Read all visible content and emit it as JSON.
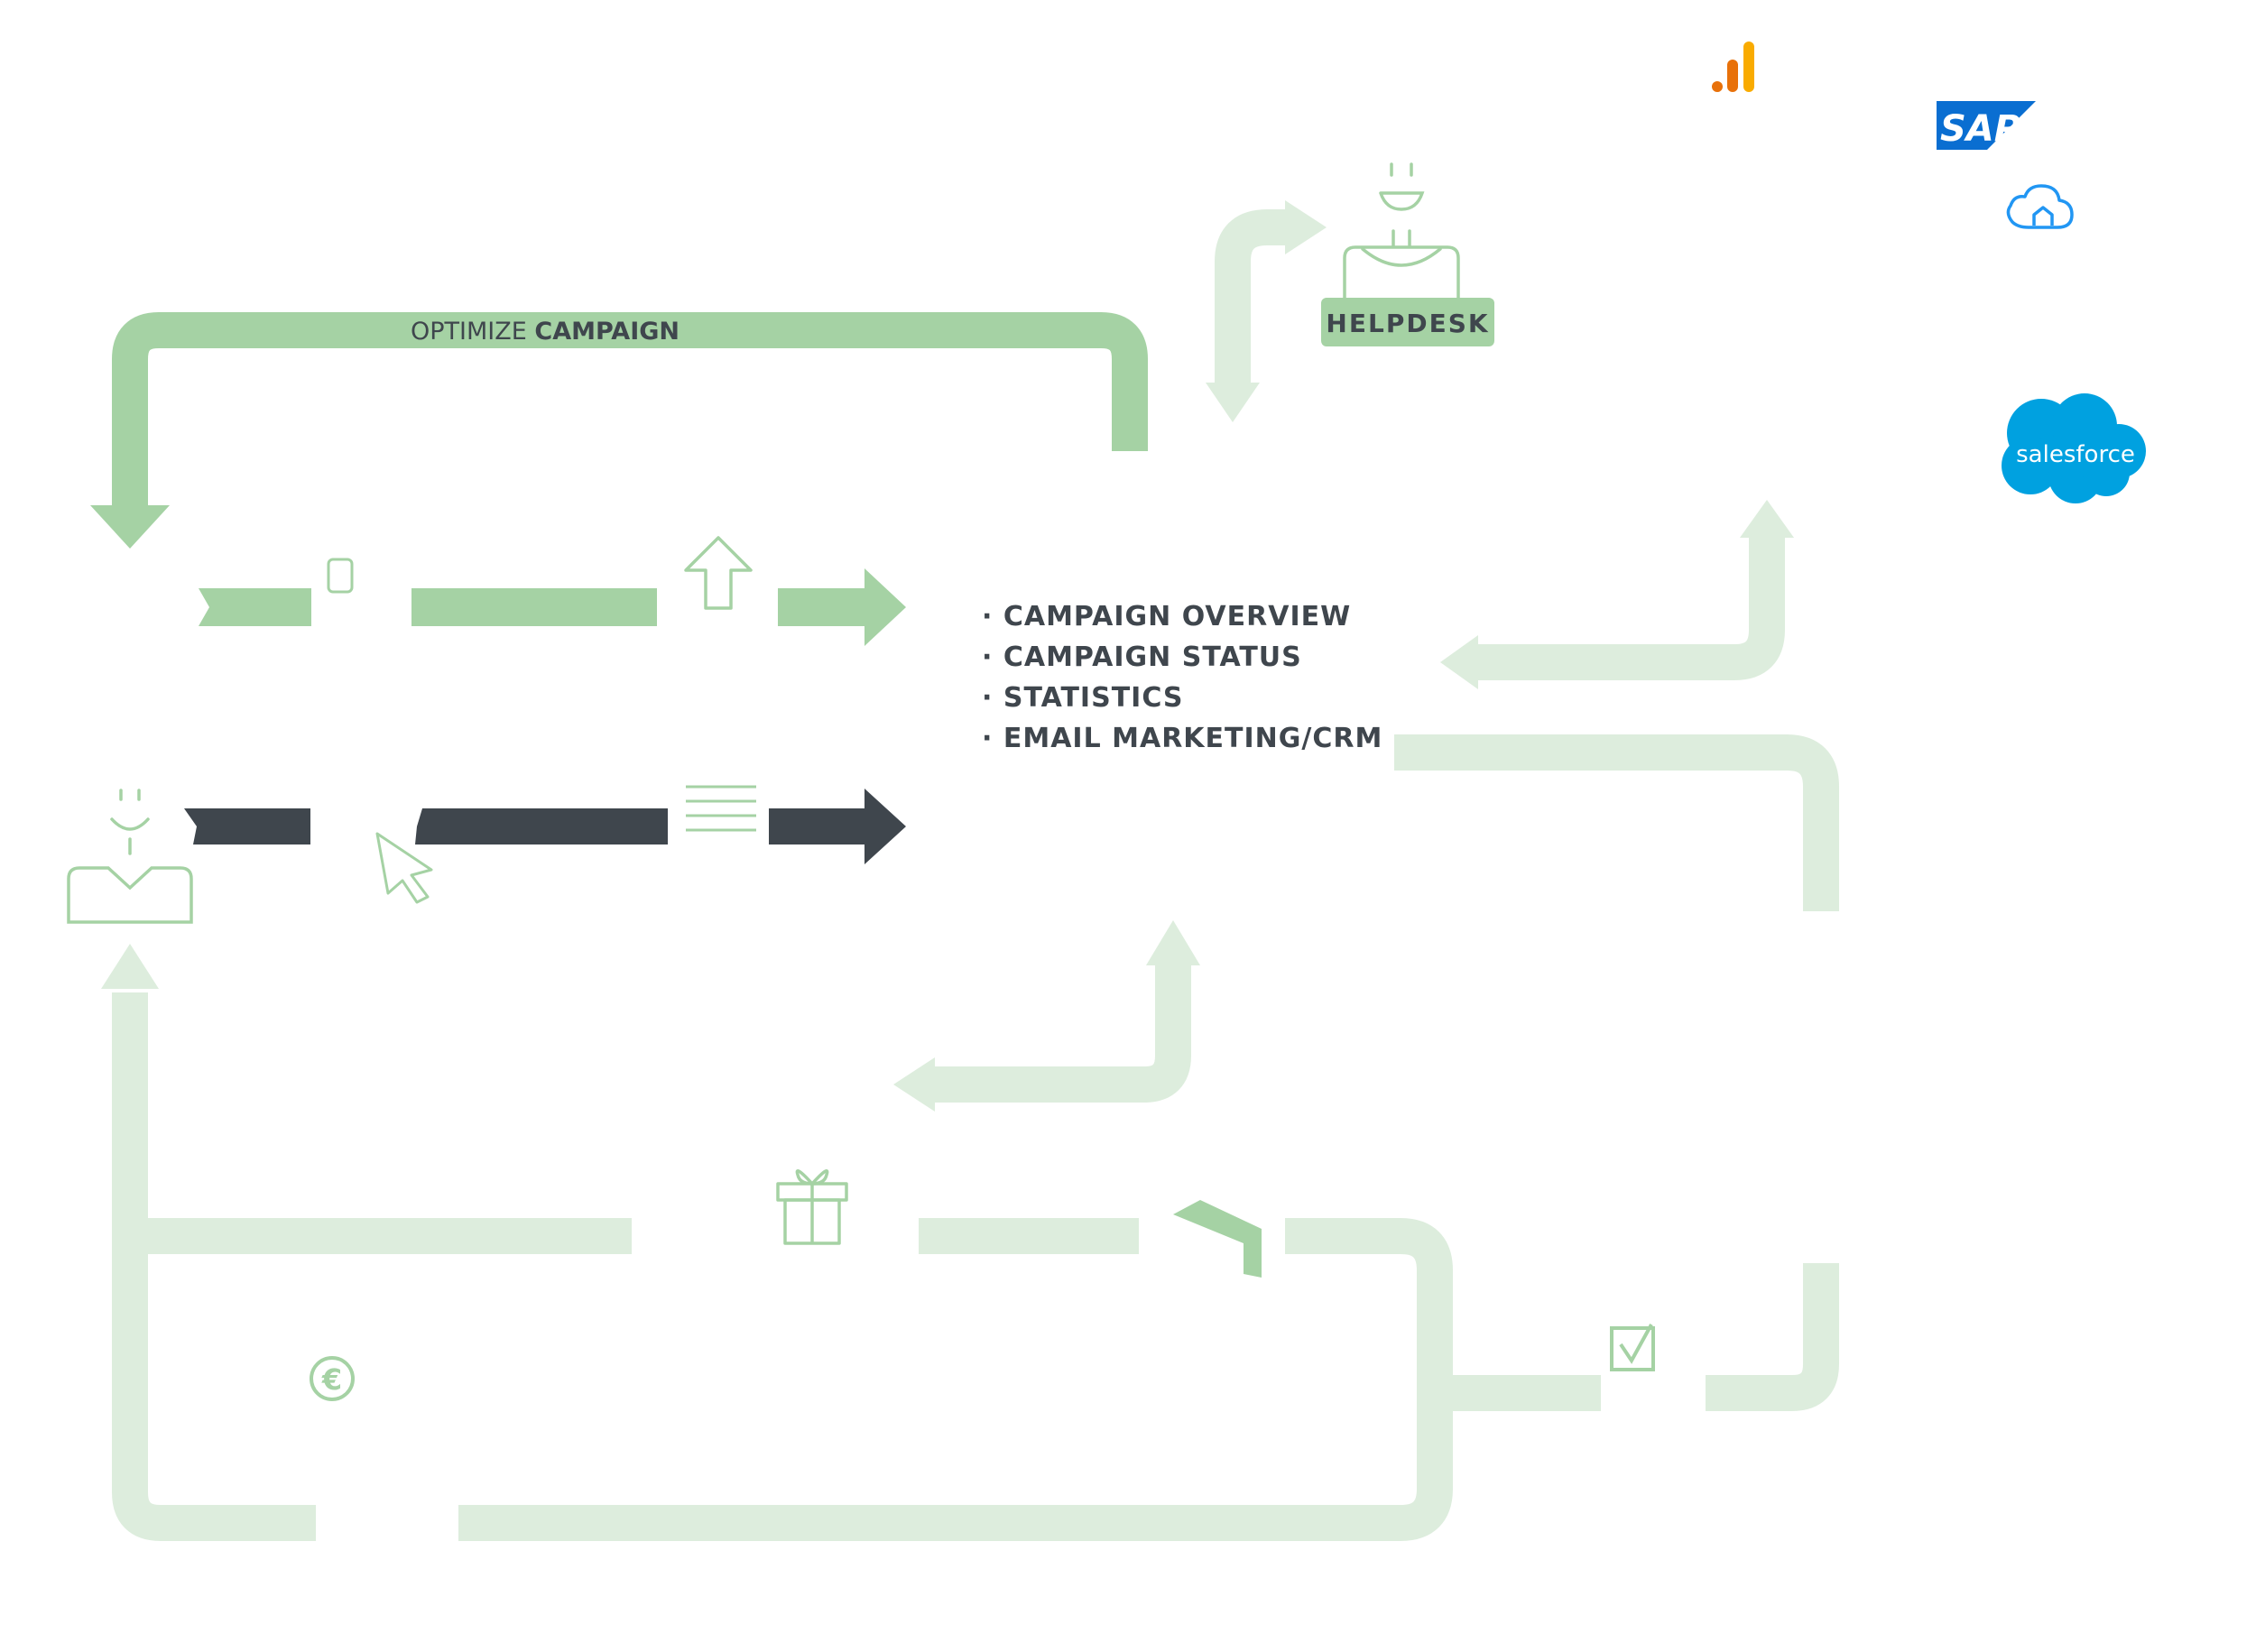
{
  "labels": {
    "optimize_prefix": "OPTIMIZE",
    "optimize_bold": "CAMPAIGN",
    "helpdesk": "HELPDESK",
    "overview_1": "· CAMPAIGN OVERVIEW",
    "overview_2": "· CAMPAIGN STATUS",
    "overview_3": "· STATISTICS",
    "overview_4": "· EMAIL MARKETING/CRM",
    "sap_logo": "SAP",
    "salesforce_logo": "salesforce"
  },
  "colors": {
    "green": "#a5d2a4",
    "light_green": "#ddeddd",
    "dark": "#3f464d",
    "text": "#3f464d",
    "ga_orange": "#e8710a",
    "ga_yellow": "#f9ab00",
    "sap_blue": "#0a6ed1",
    "cloud_blue": "#2196f3",
    "salesforce_blue": "#00a1e0"
  },
  "icons": [
    "mobile-phone-icon",
    "upload-arrow-icon",
    "text-lines-icon",
    "cursor-pointer-icon",
    "user-person-icon",
    "helpdesk-agent-icon",
    "gift-icon",
    "euro-coin-icon",
    "checkbox-icon",
    "google-analytics-logo",
    "sap-logo",
    "cloud-icon",
    "salesforce-logo"
  ]
}
